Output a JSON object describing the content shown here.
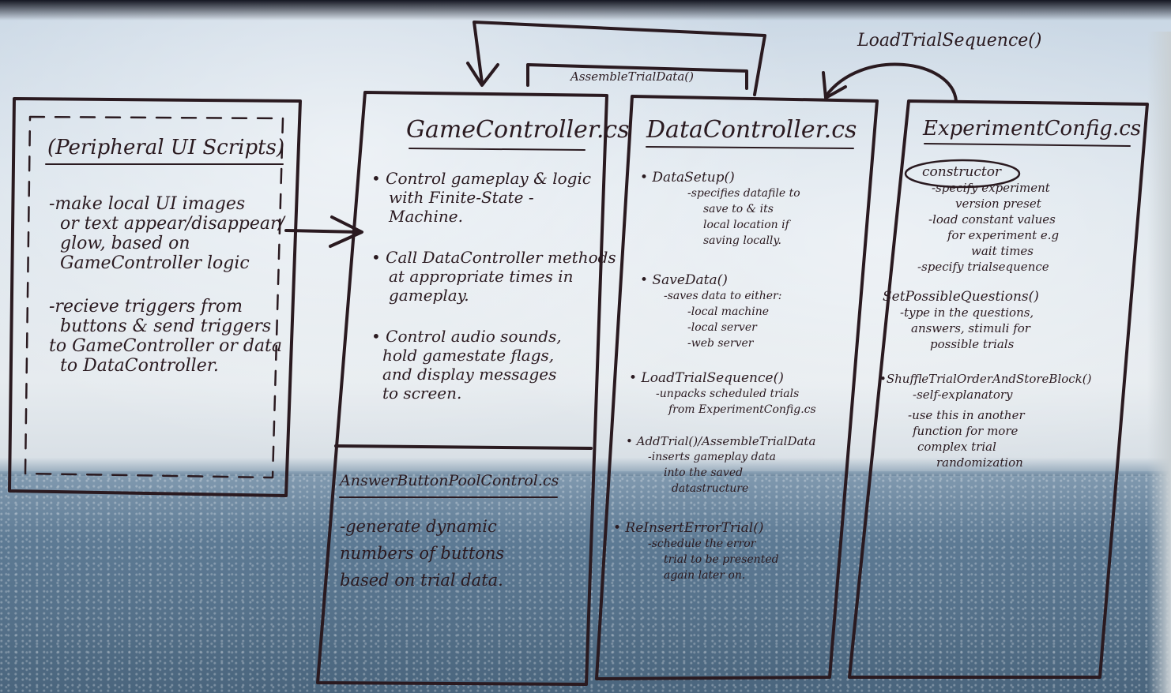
{
  "top_labels": {
    "load_trial_sequence": "LoadTrialSequence()",
    "assemble_trial_data": "AssembleTrialData()"
  },
  "peripheral": {
    "title": "(Peripheral UI Scripts)",
    "lines": [
      "-make local UI images",
      "or text appear/disappear/",
      "glow, based on",
      "GameController logic",
      "",
      "-recieve triggers from",
      "buttons & send triggers",
      "to GameController or data",
      "to DataController."
    ]
  },
  "game_controller": {
    "title": "GameController.cs",
    "lines": [
      "• Control gameplay & logic",
      "  with Finite-State -",
      "  Machine.",
      "",
      "• Call DataController methods",
      "  at appropriate times in",
      "  gameplay.",
      "",
      "• Control audio sounds,",
      "  hold gamestate flags,",
      "  and display messages",
      "  to screen."
    ]
  },
  "answer_button_pool": {
    "title": "AnswerButtonPoolControl.cs",
    "lines": [
      "-generate dynamic",
      "numbers of buttons",
      "based on trial data."
    ]
  },
  "data_controller": {
    "title": "DataController.cs",
    "sections": [
      {
        "head": "• DataSetup()",
        "lines": [
          "-specifies datafile to",
          "save to & its",
          "local location if",
          "saving locally."
        ]
      },
      {
        "head": "• SaveData()",
        "lines": [
          "-saves data to either:",
          "-local machine",
          "-local server",
          "-web server"
        ]
      },
      {
        "head": "• LoadTrialSequence()",
        "lines": [
          "-unpacks scheduled trials",
          "from ExperimentConfig.cs"
        ]
      },
      {
        "head": "• AddTrial()/AssembleTrialData",
        "lines": [
          "-inserts gameplay data",
          "into the saved",
          "datastructure"
        ]
      },
      {
        "head": "• ReInsertErrorTrial()",
        "lines": [
          "-schedule the error",
          "trial to be presented",
          "again later on."
        ]
      }
    ]
  },
  "experiment_config": {
    "title": "ExperimentConfig.cs",
    "sections": [
      {
        "head": "constructor",
        "lines": [
          "-specify experiment",
          "version preset",
          "-load constant values",
          "for experiment e.g",
          "wait times",
          "-specify trialsequence"
        ]
      },
      {
        "head": "SetPossibleQuestions()",
        "lines": [
          "-type in the questions,",
          "answers, stimuli for",
          "possible trials"
        ]
      },
      {
        "head": "•ShuffleTrialOrderAndStoreBlock()",
        "lines": [
          "-self-explanatory",
          "-use this in another",
          "function for more",
          "complex trial",
          "randomization"
        ]
      }
    ]
  },
  "colors": {
    "ink": "#2a1a20"
  }
}
